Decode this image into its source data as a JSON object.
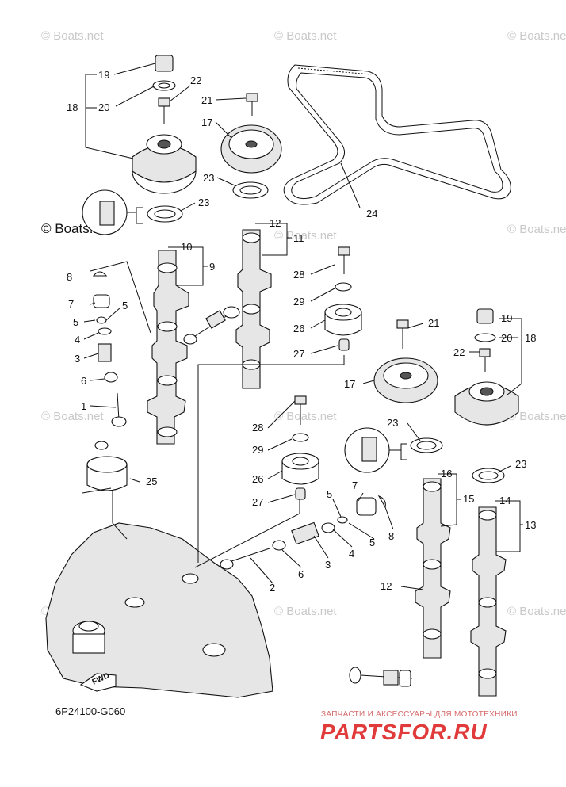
{
  "watermark": "© Boats.net",
  "diagram_code": "6P24100-G060",
  "brand": {
    "tagline": "ЗАПЧАСТИ И АКСЕССУАРЫ ДЛЯ МОТОТЕХНИКИ",
    "name": "PARTSFOR.RU"
  },
  "callouts": [
    "1",
    "2",
    "3",
    "4",
    "5",
    "6",
    "7",
    "8",
    "9",
    "10",
    "11",
    "12",
    "13",
    "14",
    "15",
    "16",
    "17",
    "18",
    "19",
    "20",
    "21",
    "22",
    "23",
    "24",
    "25",
    "26",
    "27",
    "28",
    "29"
  ],
  "fwd_label": "FWD",
  "colors": {
    "line": "#111111",
    "watermark": "#c9c9c9",
    "brand": "#e03a3a"
  }
}
